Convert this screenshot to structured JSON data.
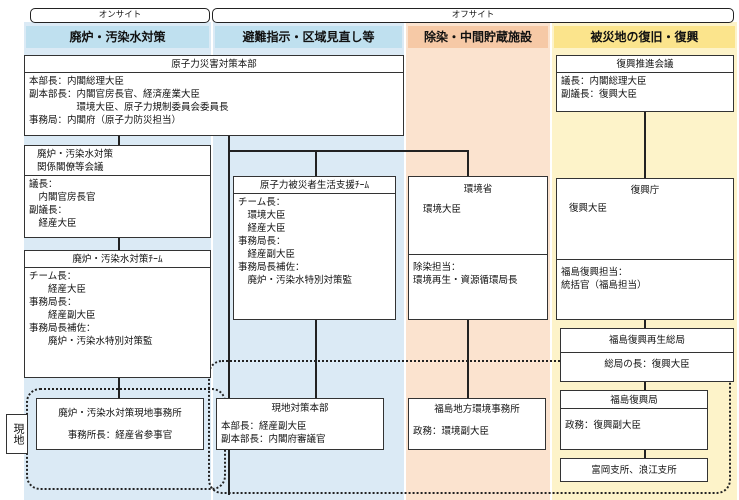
{
  "header": {
    "onsite": "オンサイト",
    "offsite": "オフサイト"
  },
  "columns": {
    "c1": "廃炉・汚染水対策",
    "c2": "避難指示・区域見直し等",
    "c3": "除染・中間貯蔵施設",
    "c4": "被災地の復旧・復興"
  },
  "colors": {
    "col1_bg": "#dbeaf5",
    "col2_bg": "#dbeaf5",
    "col3_bg": "#fbe3cf",
    "col4_bg": "#fdf3c9",
    "col12_head": "#bfe0ef",
    "col3_head": "#f6c9a6",
    "col4_head": "#fbe48c"
  },
  "boxes": {
    "hq": {
      "title": "原子力災害対策本部",
      "body": "本部長：内閣総理大臣\n副本部長：内閣官房長官、経済産業大臣\n　　　　　環境大臣、原子力規制委員会委員長\n事務局：内閣府（原子力防災担当）"
    },
    "kakuryo": {
      "title": "廃炉・汚染水対策\n関係閣僚等会議",
      "body": "議長：\n　内閣官房長官\n副議長：\n　経産大臣"
    },
    "team": {
      "title": "廃炉・汚染水対策ﾁｰﾑ",
      "body": "チーム長：\n　　経産大臣\n事務局長：\n　　経産副大臣\n事務局長補佐：\n　　廃炉・汚染水特別対策監"
    },
    "genchi_office": {
      "title": "廃炉・汚染水対策現地事務所",
      "body": "事務所長：経産省参事官"
    },
    "seikatsu": {
      "title": "原子力被災者生活支援ﾁｰﾑ",
      "body": "チーム長：\n　環境大臣\n　経産大臣\n事務局長：\n　経産副大臣\n事務局長補佐：\n　廃炉・汚染水特別対策監"
    },
    "genchi_hq": {
      "title": "現地対策本部",
      "body": "本部長：経産副大臣\n副本部長：内閣府審議官"
    },
    "kankyo": {
      "title": "環境省",
      "body": "環境大臣"
    },
    "josen": {
      "body": "除染担当：\n環境再生・資源循環局長"
    },
    "fukushima_env": {
      "title": "福島地方環境事務所",
      "body": "政務：環境副大臣"
    },
    "suishin": {
      "title": "復興推進会議",
      "body": "議長：内閣総理大臣\n副議長：復興大臣"
    },
    "fukkocho": {
      "title": "復興庁",
      "body": "復興大臣"
    },
    "fukushima_tanto": {
      "body": "福島復興担当：\n統括官（福島担当）"
    },
    "saisei": {
      "title": "福島復興再生総局",
      "body": "総局の長：復興大臣"
    },
    "fukkokyoku": {
      "title": "福島復興局",
      "body": "政務：復興副大臣"
    },
    "tomioka": {
      "body": "富岡支所、浪江支所"
    }
  },
  "genchi_label": "現地"
}
